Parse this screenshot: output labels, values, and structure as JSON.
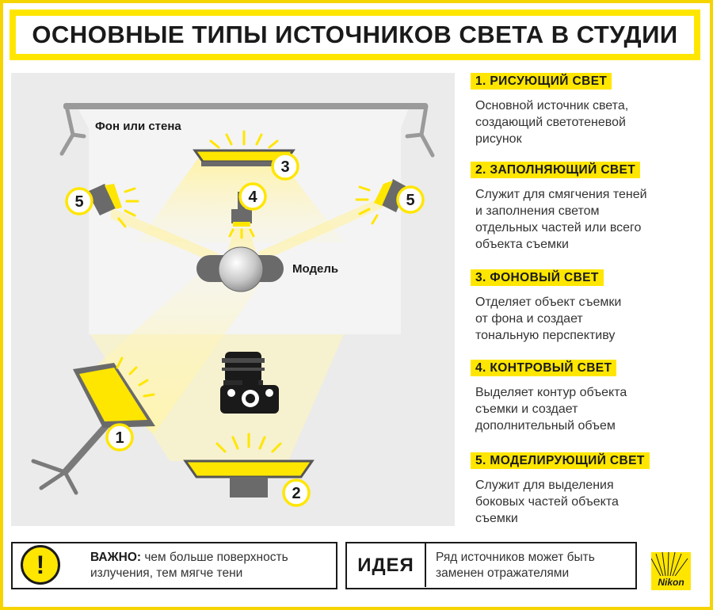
{
  "title": "ОСНОВНЫЕ ТИПЫ ИСТОЧНИКОВ СВЕТА В СТУДИИ",
  "scene": {
    "background_label": "Фон или стена",
    "model_label": "Модель",
    "markers": [
      "1",
      "2",
      "3",
      "4",
      "5",
      "5"
    ]
  },
  "legend": [
    {
      "header": "1. РИСУЮЩИЙ СВЕТ",
      "lines": [
        "Основной источник света,",
        "создающий светотеневой",
        "рисунок"
      ]
    },
    {
      "header": "2. ЗАПОЛНЯЮЩИЙ СВЕТ",
      "lines": [
        "Служит для смягчения теней",
        "и заполнения светом",
        "отдельных частей или всего",
        "объекта съемки"
      ]
    },
    {
      "header": "3. ФОНОВЫЙ СВЕТ",
      "lines": [
        "Отделяет объект съемки",
        "от фона и создает",
        "тональную перспективу"
      ]
    },
    {
      "header": "4. КОНТРОВЫЙ СВЕТ",
      "lines": [
        "Выделяет контур объекта",
        "съемки и создает",
        "дополнительный объем"
      ]
    },
    {
      "header": "5. МОДЕЛИРУЮЩИЙ СВЕТ",
      "lines": [
        "Служит для выделения",
        "боковых частей объекта",
        "съемки"
      ]
    }
  ],
  "notes": {
    "warn_symbol": "!",
    "important_label": "ВАЖНО:",
    "important_text": " чем больше поверхность излучения, тем мягче тени",
    "idea_label": "ИДЕЯ",
    "idea_text": "Ряд источников может быть заменен отражателями"
  },
  "brand": "Nikon",
  "colors": {
    "accent": "#ffe600",
    "dark": "#1a1a1a",
    "text": "#333333",
    "scene_bg": "#ebebeb"
  }
}
